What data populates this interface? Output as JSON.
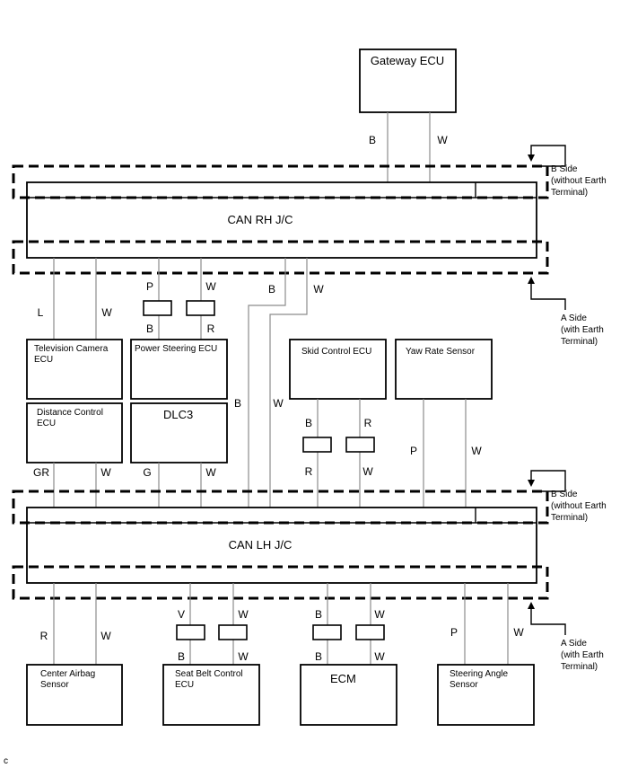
{
  "gateway": "Gateway ECU",
  "can_rh": "CAN RH J/C",
  "can_lh": "CAN LH J/C",
  "side_labels": {
    "b_side_1": "B Side",
    "b_side_2": "(without Earth",
    "b_side_3": "Terminal)",
    "a_side_1": "A Side",
    "a_side_2": "(with Earth",
    "a_side_3": "Terminal)"
  },
  "modules": {
    "tv_1": "Television Camera",
    "tv_2": "ECU",
    "ps": "Power Steering ECU",
    "skid": "Skid Control ECU",
    "yaw": "Yaw Rate Sensor",
    "dist_1": "Distance Control",
    "dist_2": "ECU",
    "dlc3": "DLC3",
    "airbag_1": "Center Airbag",
    "airbag_2": "Sensor",
    "seat_1": "Seat Belt Control",
    "seat_2": "ECU",
    "ecm": "ECM",
    "steer_1": "Steering Angle",
    "steer_2": "Sensor"
  },
  "wire_colors": {
    "b": "B",
    "w": "W",
    "l": "L",
    "p": "P",
    "r": "R",
    "gr": "GR",
    "g": "G",
    "v": "V"
  },
  "corner": "c"
}
